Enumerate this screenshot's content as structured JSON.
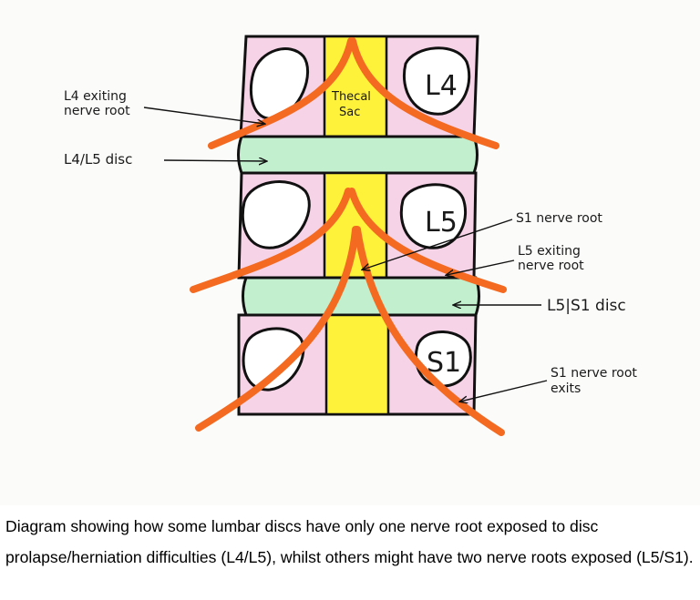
{
  "diagram": {
    "vertebrae": [
      {
        "id": "L4",
        "label": "L4"
      },
      {
        "id": "L5",
        "label": "L5"
      },
      {
        "id": "S1",
        "label": "S1"
      }
    ],
    "thecal_sac_label": [
      "Thecal",
      "Sac"
    ],
    "annotations": {
      "l4_exiting_nerve_root": [
        "L4 exiting",
        "nerve root"
      ],
      "l4_l5_disc": [
        "L4/L5 disc"
      ],
      "s1_nerve_root": [
        "S1 nerve root"
      ],
      "l5_exiting_nerve_root": [
        "L5 exiting",
        "nerve root"
      ],
      "l5_s1_disc": [
        "L5|S1 disc"
      ],
      "s1_nerve_root_exits": [
        "S1 nerve root",
        "exits"
      ]
    },
    "colors": {
      "vertebra": "#f7d3e8",
      "disc": "#c2f0cf",
      "thecal_sac": "#fff23a",
      "nerve": "#f36a20",
      "outline": "#111111",
      "foramen": "#ffffff"
    }
  },
  "caption": "Diagram showing how some lumbar discs have only one nerve root exposed to disc  prolapse/herniation difficulties (L4/L5), whilst others might have two nerve roots exposed (L5/S1)."
}
